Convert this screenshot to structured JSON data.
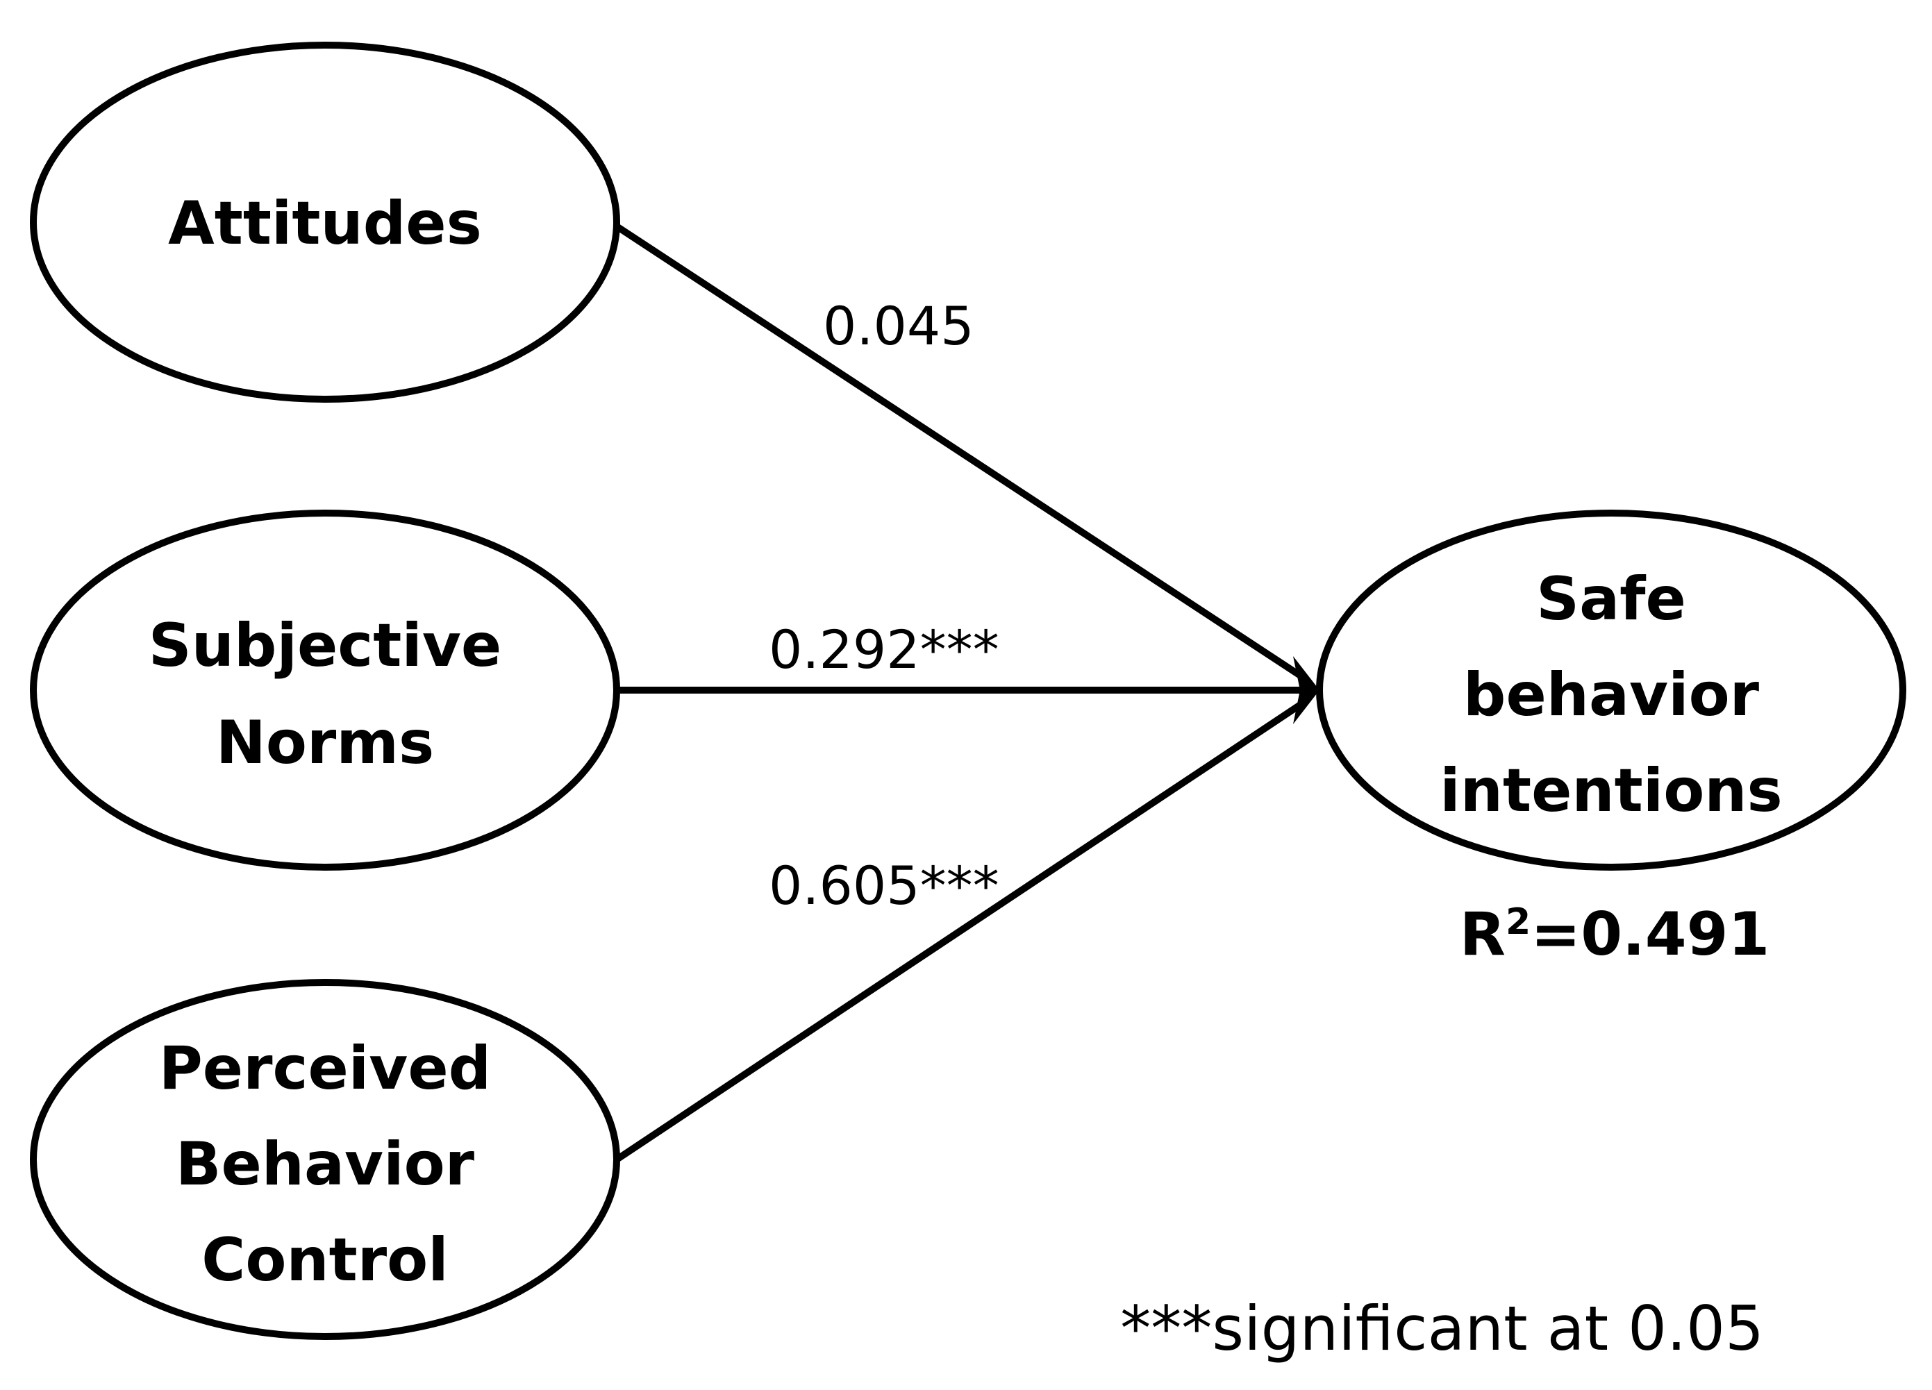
{
  "nodes": {
    "attitudes": {
      "lines": [
        "Attitudes"
      ]
    },
    "subjective_norms": {
      "lines": [
        "Subjective",
        "Norms"
      ]
    },
    "perceived_behavior_control": {
      "lines": [
        "Perceived",
        "Behavior",
        "Control"
      ]
    },
    "safe_behavior_intentions": {
      "lines": [
        "Safe",
        "behavior",
        "intentions"
      ]
    }
  },
  "edges": {
    "attitudes_to_intentions": {
      "label": "0.045"
    },
    "norms_to_intentions": {
      "label": "0.292***"
    },
    "control_to_intentions": {
      "label": "0.605***"
    }
  },
  "r_squared": {
    "prefix": "R",
    "superscript": "2",
    "value": "=0.491"
  },
  "footnote": "***significant at 0.05"
}
